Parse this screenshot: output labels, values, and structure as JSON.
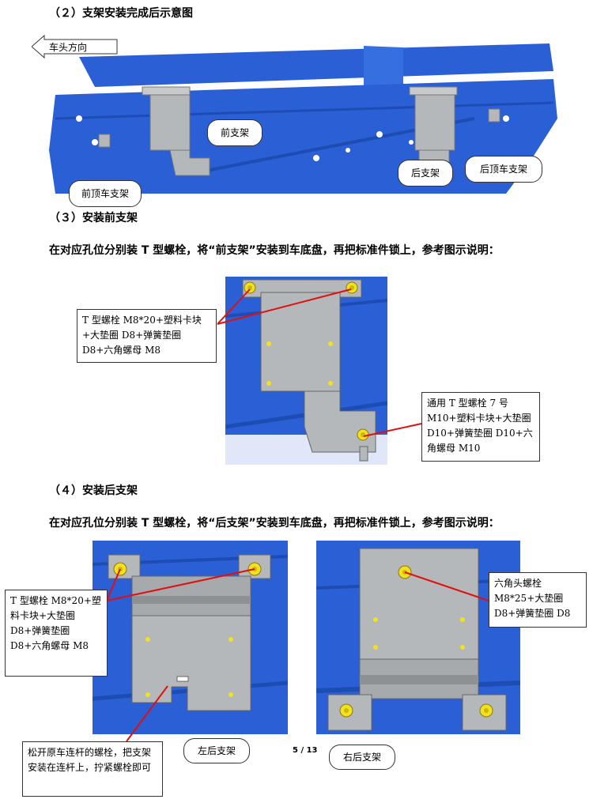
{
  "sections": {
    "s2_title": "（２）支架安装完成后示意图",
    "s3_title": "（３）安装前支架",
    "s3_instruction": "在对应孔位分别装 T 型螺栓，将“前支架”安装到车底盘，再把标准件锁上，参考图示说明：",
    "s4_title": "（４）安装后支架",
    "s4_instruction": "在对应孔位分别装 T 型螺栓，将“后支架”安装到车底盘，再把标准件锁上，参考图示说明："
  },
  "fig1": {
    "direction_label": "车头方向",
    "front_bracket": "前支架",
    "rear_bracket": "后支架",
    "front_roof_bracket": "前顶车支架",
    "rear_roof_bracket": "后顶车支架"
  },
  "fig2": {
    "callout_left": "T 型螺栓 M8*20+塑料卡块+大垫圈 D8+弹簧垫圈 D8+六角螺母 M8",
    "callout_right": "通用 T 型螺栓 7 号 M10+塑料卡块+大垫圈 D10+弹簧垫圈 D10+六角螺母 M10"
  },
  "fig3": {
    "callout_left": "T 型螺栓 M8*20+塑料卡块+大垫圈 D8+弹簧垫圈 D8+六角螺母 M8",
    "callout_bottom": "松开原车连杆的螺栓，把支架安装在连杆上，拧紧螺栓即可",
    "bubble_left": "左后支架"
  },
  "fig4": {
    "callout_right": "六角头螺栓 M8*25+大垫圈 D8+弹簧垫圈 D8",
    "bubble_right": "右后支架"
  },
  "page": {
    "number": "5 / 13"
  },
  "colors": {
    "chassis_blue": "#2a5fd6",
    "bracket_gray": "#b5b8bb",
    "bolt_yellow": "#f2e11c",
    "arrow_red": "#e01010"
  }
}
